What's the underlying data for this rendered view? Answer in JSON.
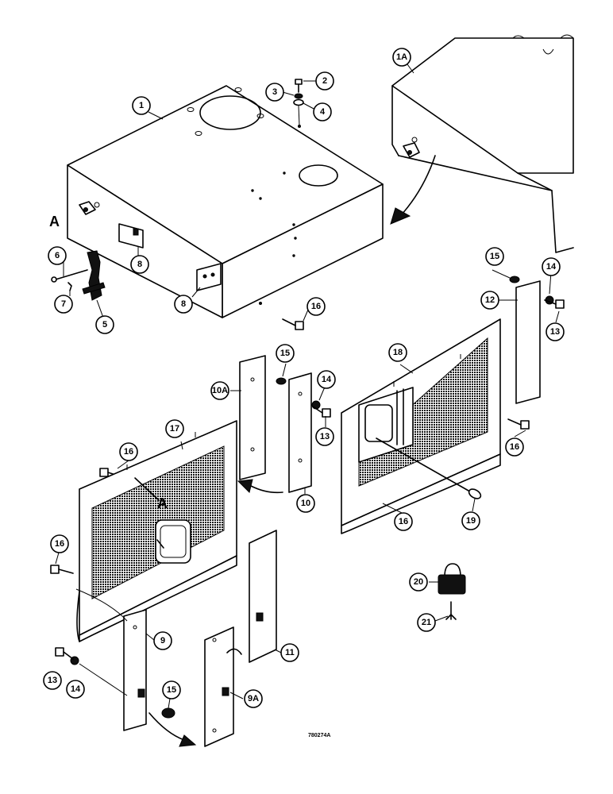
{
  "figure_code": "780274A",
  "view_letter": "A",
  "callouts": {
    "c1": "1",
    "c1a": "1A",
    "c2": "2",
    "c3": "3",
    "c4": "4",
    "c5": "5",
    "c6": "6",
    "c7": "7",
    "c8a": "8",
    "c8b": "8",
    "c9": "9",
    "c9a": "9A",
    "c10": "10",
    "c10a": "10A",
    "c11": "11",
    "c12": "12",
    "c13a": "13",
    "c13b": "13",
    "c13c": "13",
    "c14a": "14",
    "c14b": "14",
    "c14c": "14",
    "c15a": "15",
    "c15b": "15",
    "c15c": "15",
    "c16a": "16",
    "c16b": "16",
    "c16c": "16",
    "c16d": "16",
    "c16e": "16",
    "c17": "17",
    "c18": "18",
    "c19": "19",
    "c20": "20",
    "c21": "21"
  }
}
